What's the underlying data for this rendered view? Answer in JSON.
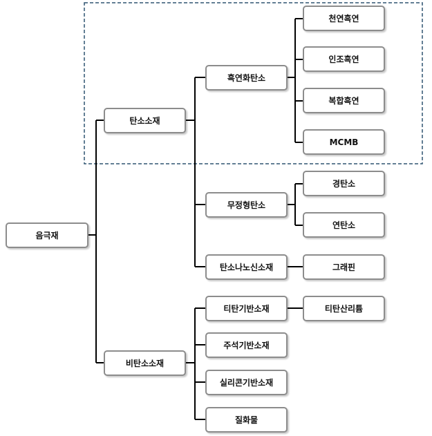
{
  "root": {
    "label": "음극재"
  },
  "groups": {
    "carbon": {
      "label": "탄소소재",
      "children": {
        "graphitized": {
          "label": "흑연화탄소",
          "leaves": [
            "천연흑연",
            "인조흑연",
            "복합흑연",
            "MCMB"
          ]
        },
        "amorphous": {
          "label": "무정형탄소",
          "leaves": [
            "경탄소",
            "연탄소"
          ]
        },
        "nano": {
          "label": "탄소나노신소재",
          "leaves": [
            "그래핀"
          ]
        }
      }
    },
    "noncarbon": {
      "label": "비탄소소재",
      "children": {
        "titanium": {
          "label": "티탄기반소재",
          "leaves": [
            "티탄산리튬"
          ]
        },
        "tin": {
          "label": "주석기반소재"
        },
        "silicon": {
          "label": "실리콘기반소재"
        },
        "nitride": {
          "label": "질화물"
        }
      }
    }
  },
  "colors": {
    "line": "#000000",
    "box_border": "#8c8c8c",
    "highlight_border": "#2f5470"
  }
}
